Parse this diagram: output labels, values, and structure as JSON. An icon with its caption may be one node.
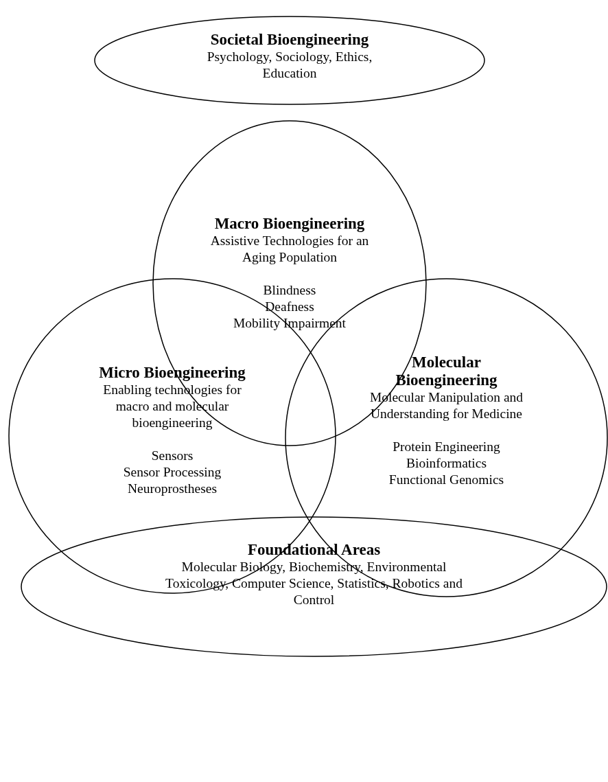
{
  "diagram": {
    "nodes": [
      {
        "text": [
          "Societal Bioengineering",
          "Psychology, Sociology, Ethics, Education"
        ]
      },
      {
        "text": [
          "Macro Bioengineering",
          "Assistive Technologies for an Aging Population",
          "Blindness",
          "Deafness",
          "Mobility Impairment"
        ]
      },
      {
        "text": [
          "Micro Bioengineering",
          "Enabling technologies for macro and molecular bioengineering",
          "Sensors",
          "Sensor Processing",
          "Neuroprostheses"
        ]
      },
      {
        "text": [
          "Molecular Bioengineering",
          "Molecular Manipulation and Understanding for Medicine",
          "Protein Engineering",
          "Bioinformatics",
          "Functional Genomics"
        ]
      },
      {
        "text": [
          "Foundational Areas",
          "Molecular Biology, Biochemistry, Environmental Toxicology, Computer Science, Statistics, Robotics and Control"
        ]
      }
    ],
    "edges": []
  }
}
